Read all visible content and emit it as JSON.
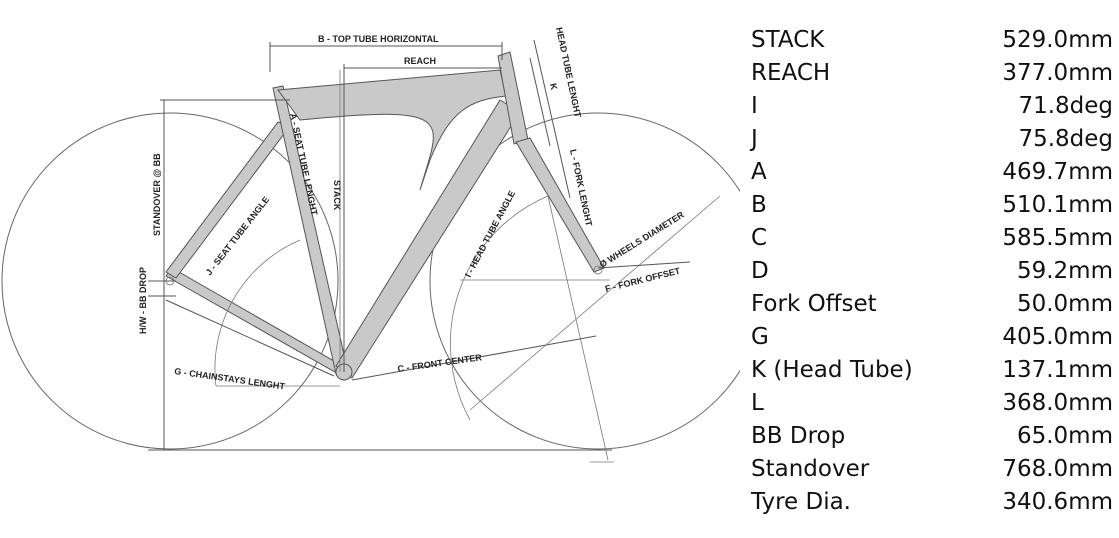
{
  "diagram_labels": {
    "top_tube": "B - TOP TUBE HORIZONTAL",
    "reach": "REACH",
    "head_tube": "HEAD TUBE LENGHT",
    "k": "K",
    "seat_tube": "A - SEAT TUBE LENGHT",
    "stack": "STACK",
    "fork_length": "L - FORK LENGHT",
    "standover": "STANDOVER @ BB",
    "seat_angle": "J - SEAT TUBE ANGLE",
    "head_angle": "I - HEAD TUBE ANGLE",
    "wheel_diameter": "Ø WHEELS DIAMETER",
    "fork_offset": "F - FORK OFFSET",
    "bb_drop": "H/W - BB DROP",
    "chainstays": "G - CHAINSTAYS LENGHT",
    "front_center": "C - FRONT CENTER"
  },
  "specs": [
    {
      "label": "STACK",
      "value": "529.0mm"
    },
    {
      "label": "REACH",
      "value": "377.0mm"
    },
    {
      "label": "I",
      "value": "71.8deg"
    },
    {
      "label": "J",
      "value": "75.8deg"
    },
    {
      "label": "A",
      "value": "469.7mm"
    },
    {
      "label": "B",
      "value": "510.1mm"
    },
    {
      "label": "C",
      "value": "585.5mm"
    },
    {
      "label": "D",
      "value": "59.2mm"
    },
    {
      "label": "Fork Offset",
      "value": "50.0mm"
    },
    {
      "label": "G",
      "value": "405.0mm"
    },
    {
      "label": "K (Head Tube)",
      "value": "137.1mm"
    },
    {
      "label": "L",
      "value": "368.0mm"
    },
    {
      "label": "BB Drop",
      "value": "65.0mm"
    },
    {
      "label": "Standover",
      "value": "768.0mm"
    },
    {
      "label": "Tyre Dia.",
      "value": "340.6mm"
    }
  ]
}
